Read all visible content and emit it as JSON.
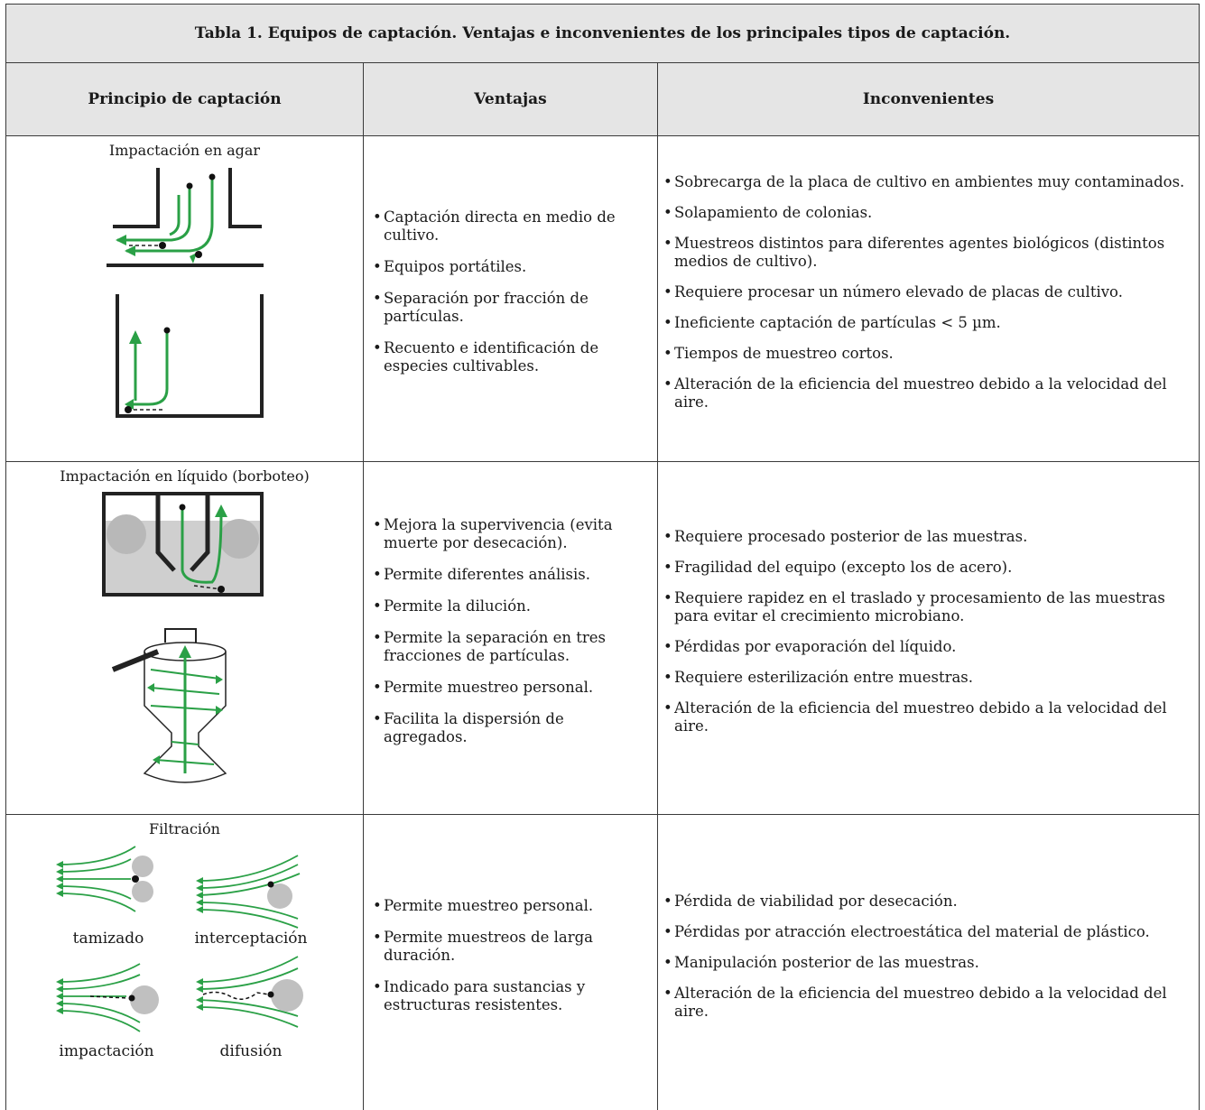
{
  "title": "Tabla 1. Equipos de captación. Ventajas e inconvenientes de los principales tipos de captación.",
  "headers": {
    "principle": "Principio de captación",
    "advantages": "Ventajas",
    "disadvantages": "Inconvenientes"
  },
  "rows": [
    {
      "principle": "Impactación en agar",
      "advantages": [
        "Captación directa en medio de cultivo.",
        "Equipos portátiles.",
        "Separación por fracción de partículas.",
        "Recuento e identificación de especies cultivables."
      ],
      "disadvantages": [
        "Sobrecarga de la placa de cultivo en ambientes muy contaminados.",
        "Solapamiento de colonias.",
        "Muestreos distintos para diferentes agentes biológicos (distintos medios de cultivo).",
        "Requiere procesar un número elevado de placas de cultivo.",
        "Ineficiente captación de partículas < 5 µm.",
        "Tiempos de muestreo cortos.",
        "Alteración de la eficiencia del muestreo debido a la velocidad del aire."
      ]
    },
    {
      "principle": "Impactación en líquido (borboteo)",
      "advantages": [
        "Mejora la supervivencia (evita muerte por desecación).",
        "Permite diferentes análisis.",
        "Permite la dilución.",
        "Permite la separación en tres fracciones de partículas.",
        "Permite muestreo personal.",
        "Facilita la dispersión de agregados."
      ],
      "disadvantages": [
        "Requiere procesado posterior de las muestras.",
        "Fragilidad del equipo (excepto los de acero).",
        "Requiere rapidez en el traslado y procesamiento de las muestras para evitar el crecimiento microbiano.",
        "Pérdidas por evaporación del líquido.",
        "Requiere esterilización entre muestras.",
        "Alteración de la eficiencia del muestreo debido a la velocidad del aire."
      ]
    },
    {
      "principle": "Filtración",
      "advantages": [
        "Permite muestreo personal.",
        "Permite muestreos de larga duración.",
        "Indicado para sustancias y estructuras resistentes."
      ],
      "disadvantages": [
        "Pérdida de viabilidad por desecación.",
        "Pérdidas por atracción electroestática del material de plástico.",
        "Manipulación posterior de las muestras.",
        "Alteración de la eficiencia del muestreo debido a la velocidad del aire."
      ],
      "figure_labels": [
        "tamizado",
        "interceptación",
        "impactación",
        "difusión"
      ]
    }
  ]
}
